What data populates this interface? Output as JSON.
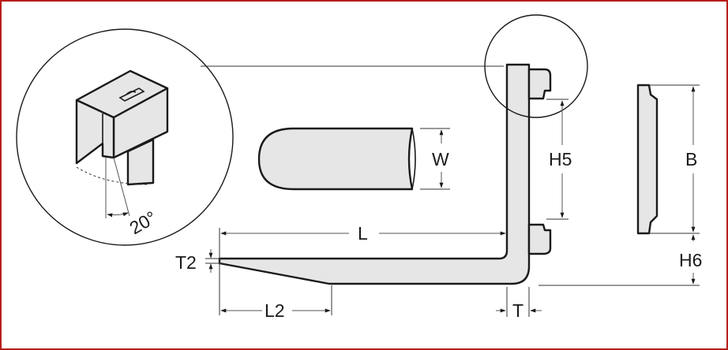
{
  "colors": {
    "border": "#b91c1c",
    "part_fill": "#e6e6e6",
    "outline": "#1a1a1a"
  },
  "labels": {
    "W": "W",
    "H5": "H5",
    "B": "B",
    "L": "L",
    "T2": "T2",
    "H6": "H6",
    "L2": "L2",
    "T": "T",
    "angle": "20°"
  }
}
